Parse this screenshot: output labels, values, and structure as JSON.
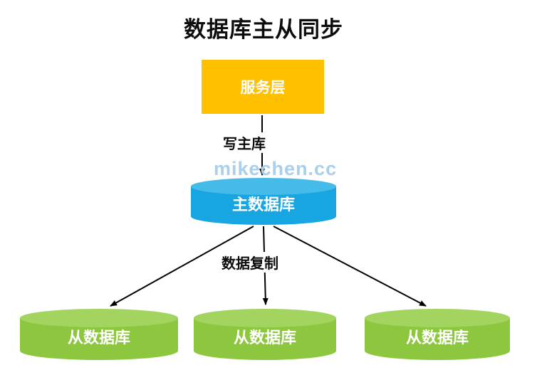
{
  "title": "数据库主从同步",
  "watermark": "mikechen.cc",
  "diagram": {
    "service_box": {
      "label": "服务层"
    },
    "master_db": {
      "label": "主数据库"
    },
    "slaves": [
      "从数据库",
      "从数据库",
      "从数据库"
    ],
    "edge_labels": {
      "write": "写主库",
      "replicate": "数据复制"
    }
  },
  "colors": {
    "service_box": "#FFC000",
    "master_db": "#18A6E2",
    "master_db_top": "#45BBEA",
    "slave_db": "#8DC63F",
    "slave_db_top": "#A3D45F",
    "arrow": "#000000",
    "watermark": "#A9CFEC",
    "text_on_shapes": "#FFFFFF",
    "title_text": "#0D0D0D"
  }
}
